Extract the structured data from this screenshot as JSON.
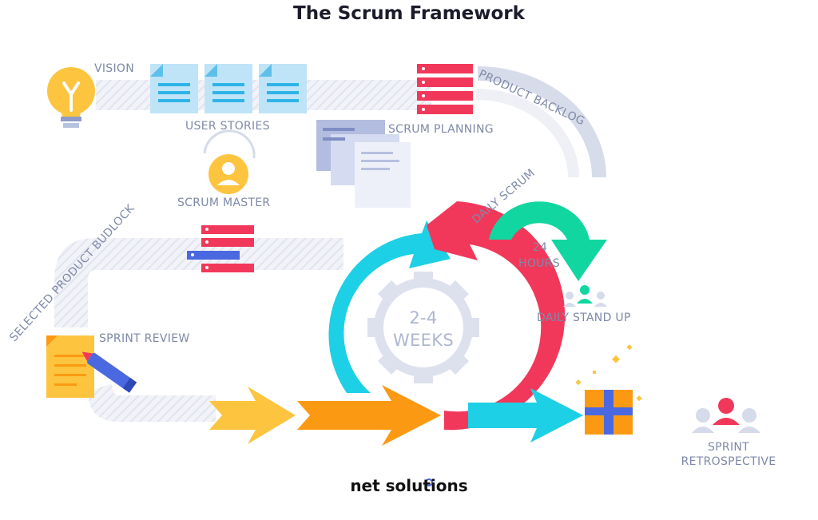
{
  "title": "The Scrum Framework",
  "labels": {
    "vision": "VISION",
    "user_stories": "USER STORIES",
    "product_backlog": "PRODUCT BACKLOG",
    "scrum_planning": "SCRUM PLANNING",
    "scrum_master": "SCRUM MASTER",
    "selected_product_backlog": "SELECTED PRODUCT BUDLOCK",
    "daily_scrum": "DAILY SCRUM",
    "hours_value": "24",
    "hours_unit": "HOURS",
    "daily_stand_up": "DAILY STAND UP",
    "sprint_review": "SPRINT REVIEW",
    "weeks_range": "2-4",
    "weeks_unit": "WEEKS",
    "sprint": "SPRINT",
    "retrospective": "RETROSPECTIVE"
  },
  "brand": {
    "name": "net solutions"
  },
  "colors": {
    "path": "#e8eaf2",
    "text": "#7f89a8",
    "cyan": "#1dd0e6",
    "red": "#f2385a",
    "green": "#12d6a0",
    "yellow": "#fdc43f",
    "orange": "#fb9a12",
    "blue": "#4a68e0",
    "gear": "#dde1ee"
  }
}
